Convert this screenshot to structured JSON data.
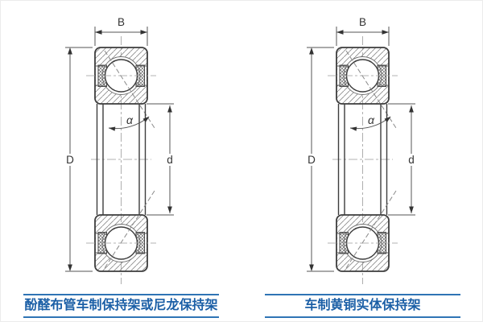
{
  "figure_type": "bearing-cross-section-drawing",
  "diagrams": [
    {
      "caption": "酚醛布管车制保持架或尼龙保持架",
      "labels": {
        "width": "B",
        "outer_diameter": "D",
        "bore_diameter": "d",
        "contact_angle": "α"
      }
    },
    {
      "caption": "车制黄铜实体保持架",
      "labels": {
        "width": "B",
        "outer_diameter": "D",
        "bore_diameter": "d",
        "contact_angle": "α"
      }
    }
  ],
  "colors": {
    "background": "#ffffff",
    "drawing_line": "#3d3d3d",
    "dimension_line": "#555555",
    "centerline": "#9b9b9b",
    "hatch": "#8e8e8e",
    "caption_text": "#1b5fa6",
    "caption_rule": "#2f74b5"
  }
}
